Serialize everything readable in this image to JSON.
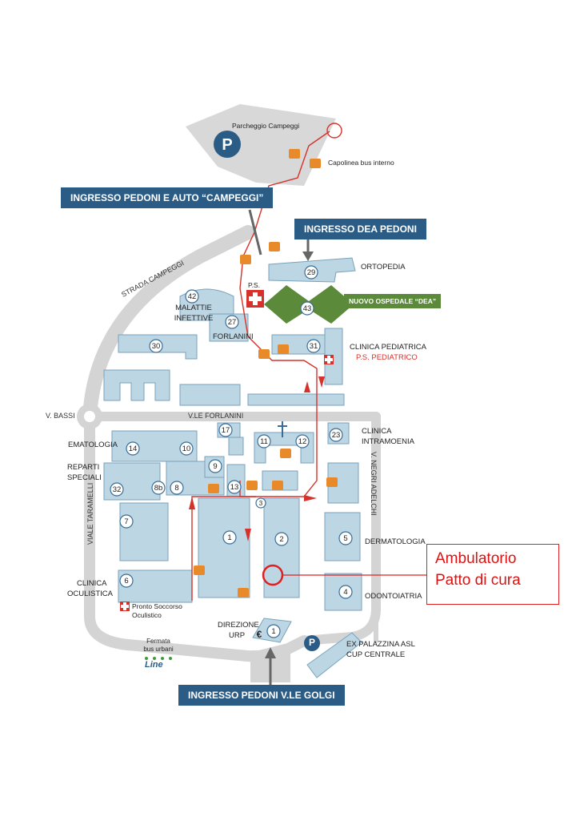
{
  "banners": {
    "campeggi": "INGRESSO PEDONI E AUTO “CAMPEGGI”",
    "dea": "INGRESSO DEA PEDONI",
    "golgi": "INGRESSO PEDONI V.LE GOLGI"
  },
  "places": {
    "parcheggio": "Parcheggio Campeggi",
    "capolinea": "Capolinea bus interno",
    "ortopedia": "ORTOPEDIA",
    "ps": "P.S.",
    "nuovo_ospedale": "NUOVO OSPEDALE “DEA”",
    "malattie_1": "MALATTIE",
    "malattie_2": "INFETTIVE",
    "forlanini": "FORLANINI",
    "clinica_pediatrica": "CLINICA PEDIATRICA",
    "ps_pediatrico": "P.S. PEDIATRICO",
    "clinica_intra_1": "CLINICA",
    "clinica_intra_2": "INTRAMOENIA",
    "ematologia": "EMATOLOGIA",
    "reparti_1": "REPARTI",
    "reparti_2": "SPECIALI",
    "dermatologia": "DERMATOLOGIA",
    "odontoiatria": "ODONTOIATRIA",
    "clinica_ocul_1": "CLINICA",
    "clinica_ocul_2": "OCULISTICA",
    "pronto_1": "Pronto Soccorso",
    "pronto_2": "Oculistico",
    "direzione": "DIREZIONE",
    "urp": "URP",
    "ex_palazzina": "EX PALAZZINA ASL",
    "cup": "CUP CENTRALE",
    "fermata_1": "Fermata",
    "fermata_2": "bus urbani",
    "line_logo": "Line"
  },
  "streets": {
    "strada_campeggi": "STRADA CAMPEGGI",
    "v_bassi": "V. BASSI",
    "vle_forlanini": "V.LE FORLANINI",
    "viale_taramelli": "VIALE TARAMELLI",
    "v_negri": "V. NEGRI ADELCHI"
  },
  "building_numbers": [
    "29",
    "43",
    "42",
    "27",
    "30",
    "31",
    "17",
    "11",
    "12",
    "23",
    "14",
    "10",
    "9",
    "32",
    "8b",
    "8",
    "13",
    "3",
    "7",
    "1",
    "2",
    "5",
    "6",
    "4"
  ],
  "parking_symbol": "P",
  "euro_symbol": "€",
  "callout": {
    "line1": "Ambulatorio",
    "line2": "Patto di cura"
  },
  "colors": {
    "building": "#bcd6e4",
    "building_stroke": "#7aa3bb",
    "road": "#d4d4d4",
    "banner": "#2a5c86",
    "route": "#d6322b",
    "dea_green": "#5b8a3a",
    "bus": "#e8892a"
  }
}
